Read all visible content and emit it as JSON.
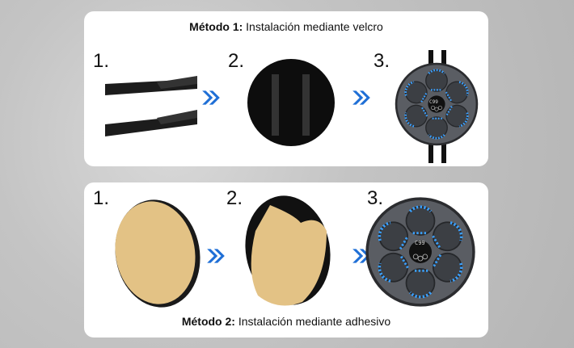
{
  "method1": {
    "title_bold": "Método 1:",
    "title_rest": " Instalación mediante velcro",
    "steps": [
      "1.",
      "2.",
      "3."
    ]
  },
  "method2": {
    "title_bold": "Método 2:",
    "title_rest": " Instalación mediante adhesivo",
    "steps": [
      "1.",
      "2.",
      "3."
    ]
  },
  "machine_display": "C99",
  "colors": {
    "accent": "#1f6fd6",
    "led": "#3aa0ff",
    "adhesive": "#e3c285",
    "device": "#5a5d63"
  }
}
